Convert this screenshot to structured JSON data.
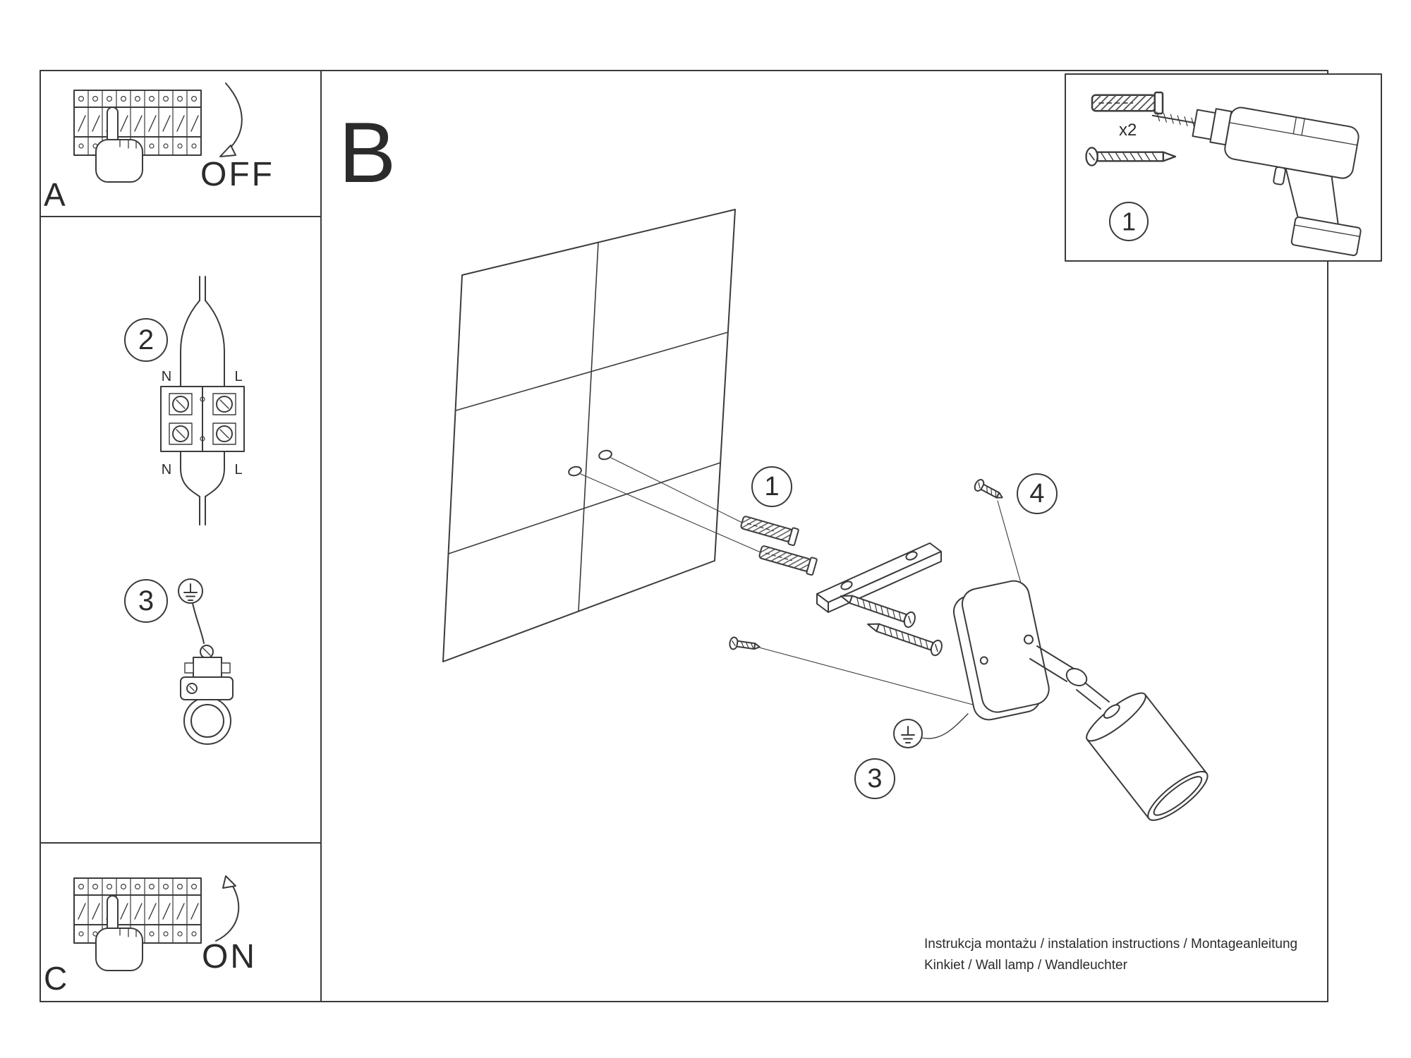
{
  "colors": {
    "line": "#3b3b3b",
    "background": "#ffffff"
  },
  "section_label": "B",
  "panel_a": {
    "letter": "A",
    "state_label": "OFF"
  },
  "panel_c": {
    "letter": "C",
    "state_label": "ON"
  },
  "callouts": {
    "tools": "1",
    "anchors": "1",
    "wiring": "2",
    "ground_left": "3",
    "ground_main": "3",
    "adjust_screw": "4"
  },
  "wiring_labels": {
    "top_n": "N",
    "top_l": "L",
    "bottom_n": "N",
    "bottom_l": "L"
  },
  "tools_panel": {
    "anchor_qty": "x2"
  },
  "footer": {
    "line1": "Instrukcja montażu / instalation instructions / Montageanleitung",
    "line2": "Kinkiet / Wall lamp / Wandleuchter"
  }
}
